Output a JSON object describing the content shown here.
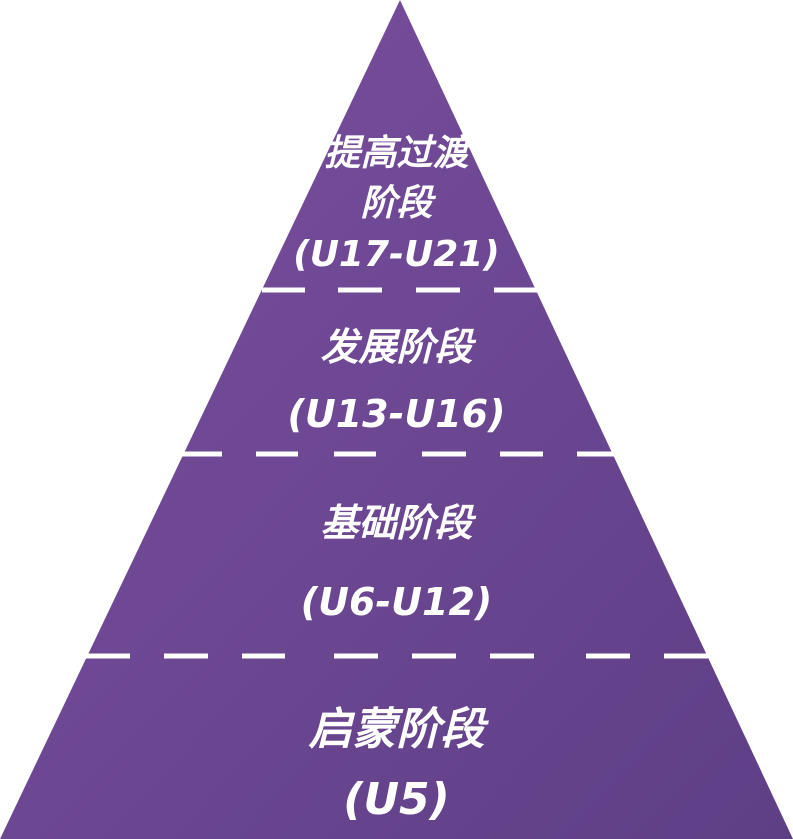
{
  "colors": {
    "pyramid_top": "#7b4f9f",
    "pyramid_bottom": "#5e3f86",
    "divider": "#ffffff",
    "text": "#ffffff"
  },
  "tiers": [
    {
      "name_line1": "提高过渡",
      "name_line2": "阶段",
      "range": "(U17-U21)"
    },
    {
      "name": "发展阶段",
      "range": "(U13-U16)"
    },
    {
      "name": "基础阶段",
      "range": "(U6-U12)"
    },
    {
      "name": "启蒙阶段",
      "range": "(U5)"
    }
  ]
}
